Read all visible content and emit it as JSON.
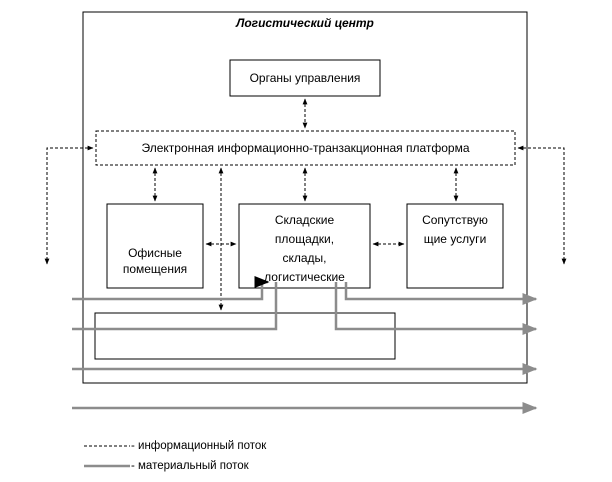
{
  "diagram": {
    "title": "Логистический центр",
    "nodes": {
      "management": "Органы управления",
      "platform": "Электронная информационно-транзакционная платформа",
      "offices": "Офисные помещения",
      "warehouses_lines": [
        "Складские",
        "площадки,",
        "склады,",
        "логистические"
      ],
      "services_lines": [
        "Сопутствую",
        "щие услуги"
      ]
    }
  },
  "legend": {
    "info_flow": "- информационный поток",
    "material_flow": "- материальный поток"
  },
  "colors": {
    "info_line": "#000000",
    "material_line": "#8c8c8c"
  }
}
